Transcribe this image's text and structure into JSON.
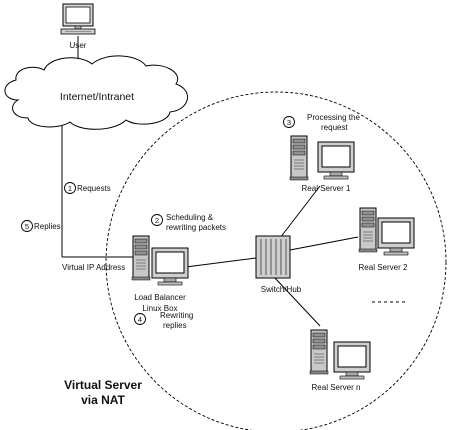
{
  "network": {
    "label": "Internet/Intranet"
  },
  "user": {
    "label": "User",
    "icon": "desktop-computer-icon"
  },
  "load_balancer": {
    "lines": [
      "Load Balancer",
      "Linux Box"
    ],
    "ip_label": "Virtual IP Address",
    "icon": "server-with-monitor-icon"
  },
  "switch": {
    "label": "Switch/Hub",
    "icon": "network-switch-icon"
  },
  "real_servers": [
    {
      "label": "Real Server 1"
    },
    {
      "label": "Real Server 2"
    },
    {
      "label": "Real Server n"
    }
  ],
  "steps": [
    {
      "num": "1",
      "lines": [
        "Requests"
      ]
    },
    {
      "num": "2",
      "lines": [
        "Scheduling &",
        "rewriting packets"
      ]
    },
    {
      "num": "3",
      "lines": [
        "Processing the",
        "request"
      ]
    },
    {
      "num": "4",
      "lines": [
        "Rewriting",
        "replies"
      ]
    },
    {
      "num": "5",
      "lines": [
        "Replies"
      ]
    }
  ],
  "title": {
    "lines": [
      "Virtual Server",
      "via NAT"
    ]
  }
}
